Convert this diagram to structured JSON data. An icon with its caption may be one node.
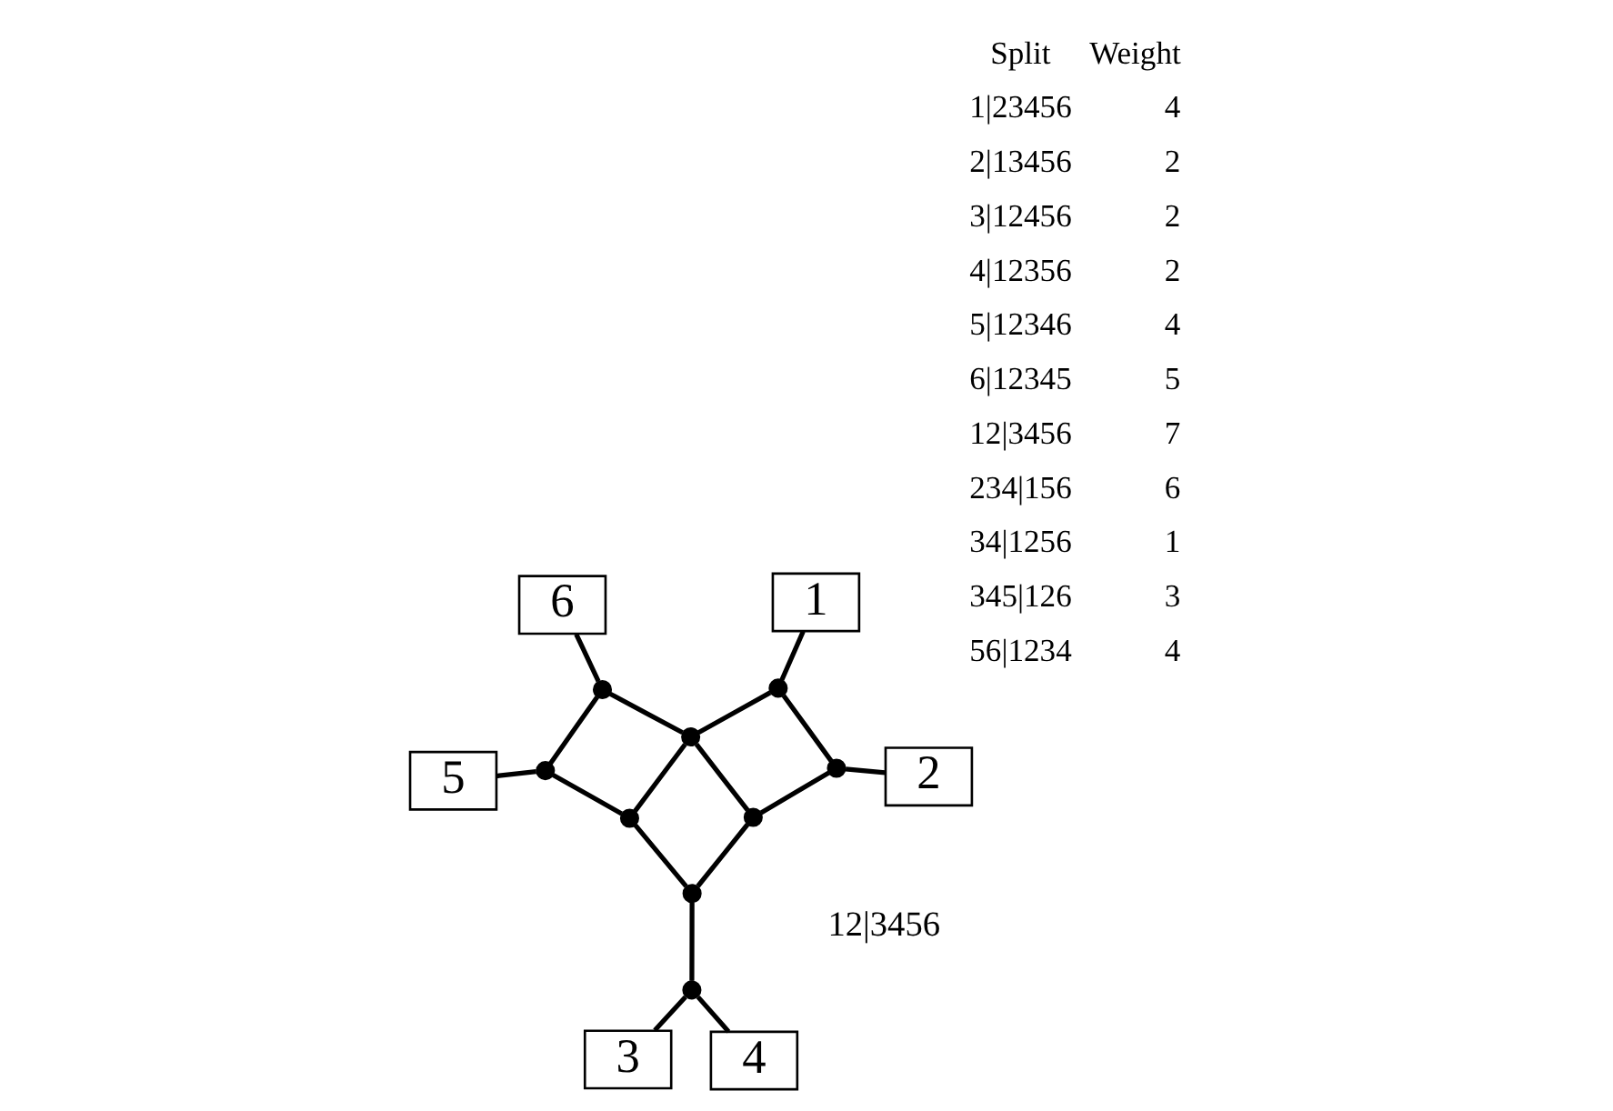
{
  "diagram": {
    "nodes": [
      {
        "text": [
          "1"
        ]
      },
      {
        "text": [
          "6"
        ]
      },
      {
        "text": [
          "2"
        ]
      },
      {
        "text": [
          "5"
        ]
      },
      {
        "text": [
          "3"
        ]
      },
      {
        "text": [
          "4"
        ]
      },
      {
        "text": [],
        "shape": "circle"
      },
      {
        "text": [],
        "shape": "circle"
      },
      {
        "text": [],
        "shape": "circle"
      },
      {
        "text": [],
        "shape": "circle"
      },
      {
        "text": [],
        "shape": "circle"
      },
      {
        "text": [],
        "shape": "circle"
      },
      {
        "text": [],
        "shape": "circle"
      },
      {
        "text": [],
        "shape": "circle"
      },
      {
        "text": [],
        "shape": "circle"
      }
    ],
    "edges": [
      {
        "from": 0,
        "to": 6,
        "arrow": "none"
      },
      {
        "from": 6,
        "to": 10,
        "arrow": "none"
      },
      {
        "from": 6,
        "to": 8,
        "arrow": "none"
      },
      {
        "from": 10,
        "to": 2,
        "arrow": "none"
      },
      {
        "from": 10,
        "to": 12,
        "arrow": "none"
      },
      {
        "from": 8,
        "to": 12,
        "arrow": "none"
      },
      {
        "from": 8,
        "to": 7,
        "arrow": "none"
      },
      {
        "from": 8,
        "to": 11,
        "arrow": "none"
      },
      {
        "from": 7,
        "to": 1,
        "arrow": "none"
      },
      {
        "from": 7,
        "to": 9,
        "arrow": "none"
      },
      {
        "from": 9,
        "to": 3,
        "arrow": "none"
      },
      {
        "from": 9,
        "to": 11,
        "arrow": "none"
      },
      {
        "from": 11,
        "to": 13,
        "arrow": "none"
      },
      {
        "from": 12,
        "to": 13,
        "arrow": "none"
      },
      {
        "from": 13,
        "to": 14,
        "arrow": "none"
      },
      {
        "from": 14,
        "to": 4,
        "arrow": "none"
      },
      {
        "from": 14,
        "to": 5,
        "arrow": "none"
      }
    ],
    "labels": [
      "12|3456",
      "Split",
      "Weight",
      "1|23456",
      "4",
      "2|13456",
      "2",
      "3|12456",
      "2",
      "4|12356",
      "2",
      "5|12346",
      "4",
      "6|12345",
      "5",
      "12|3456",
      "7",
      "234|156",
      "6",
      "34|1256",
      "1",
      "345|126",
      "3",
      "56|1234",
      "4"
    ]
  }
}
